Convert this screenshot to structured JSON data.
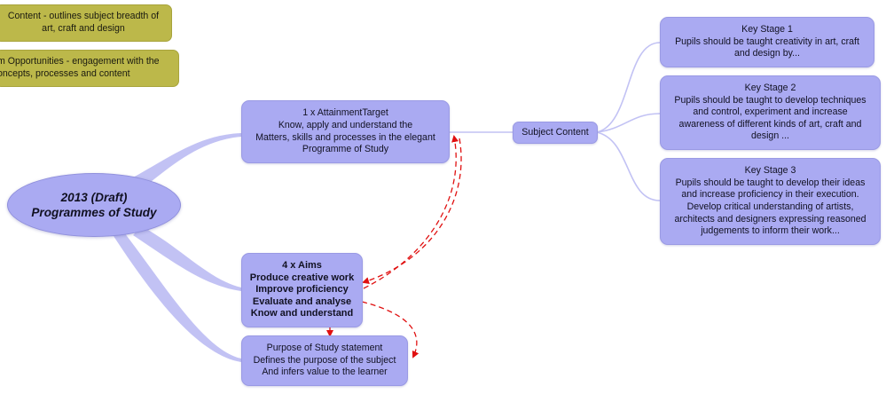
{
  "colors": {
    "node_fill": "#aaaaf2",
    "connector": "#c2c2f4",
    "legend_fill": "#bcb84a",
    "dashed_link": "#e01010"
  },
  "legend": {
    "content_lines": [
      "Content - outlines subject breadth of",
      "art, craft and design"
    ],
    "opportunities_lines": [
      "m Opportunities - engagement with the",
      "oncepts, processes and content"
    ]
  },
  "root": {
    "lines": [
      "2013 (Draft)",
      "Programmes of Study"
    ]
  },
  "attainment": {
    "lines": [
      "1 x AttainmentTarget",
      "Know, apply and understand the",
      "Matters, skills and processes in the elegant",
      "Programme of Study"
    ]
  },
  "aims": {
    "lines": [
      "4 x Aims",
      "Produce creative work",
      "Improve proficiency",
      "Evaluate and analyse",
      "Know and understand"
    ]
  },
  "purpose": {
    "lines": [
      "Purpose of Study statement",
      "Defines the purpose of the subject",
      "And infers value to the learner"
    ]
  },
  "subject_content": {
    "label": "Subject Content"
  },
  "key_stages": [
    {
      "lines": [
        "Key Stage 1",
        "Pupils should be taught creativity in art, craft",
        "and design by..."
      ]
    },
    {
      "lines": [
        "Key Stage 2",
        "Pupils should be taught to develop techniques",
        "and control, experiment and increase",
        "awareness of different kinds of art, craft and",
        "design ..."
      ]
    },
    {
      "lines": [
        "Key Stage 3",
        "Pupils should be taught to develop their ideas",
        "and increase proficiency in their execution.",
        "Develop critical understanding of artists,",
        "architects and designers expressing reasoned",
        "judgements to inform their work..."
      ]
    }
  ]
}
